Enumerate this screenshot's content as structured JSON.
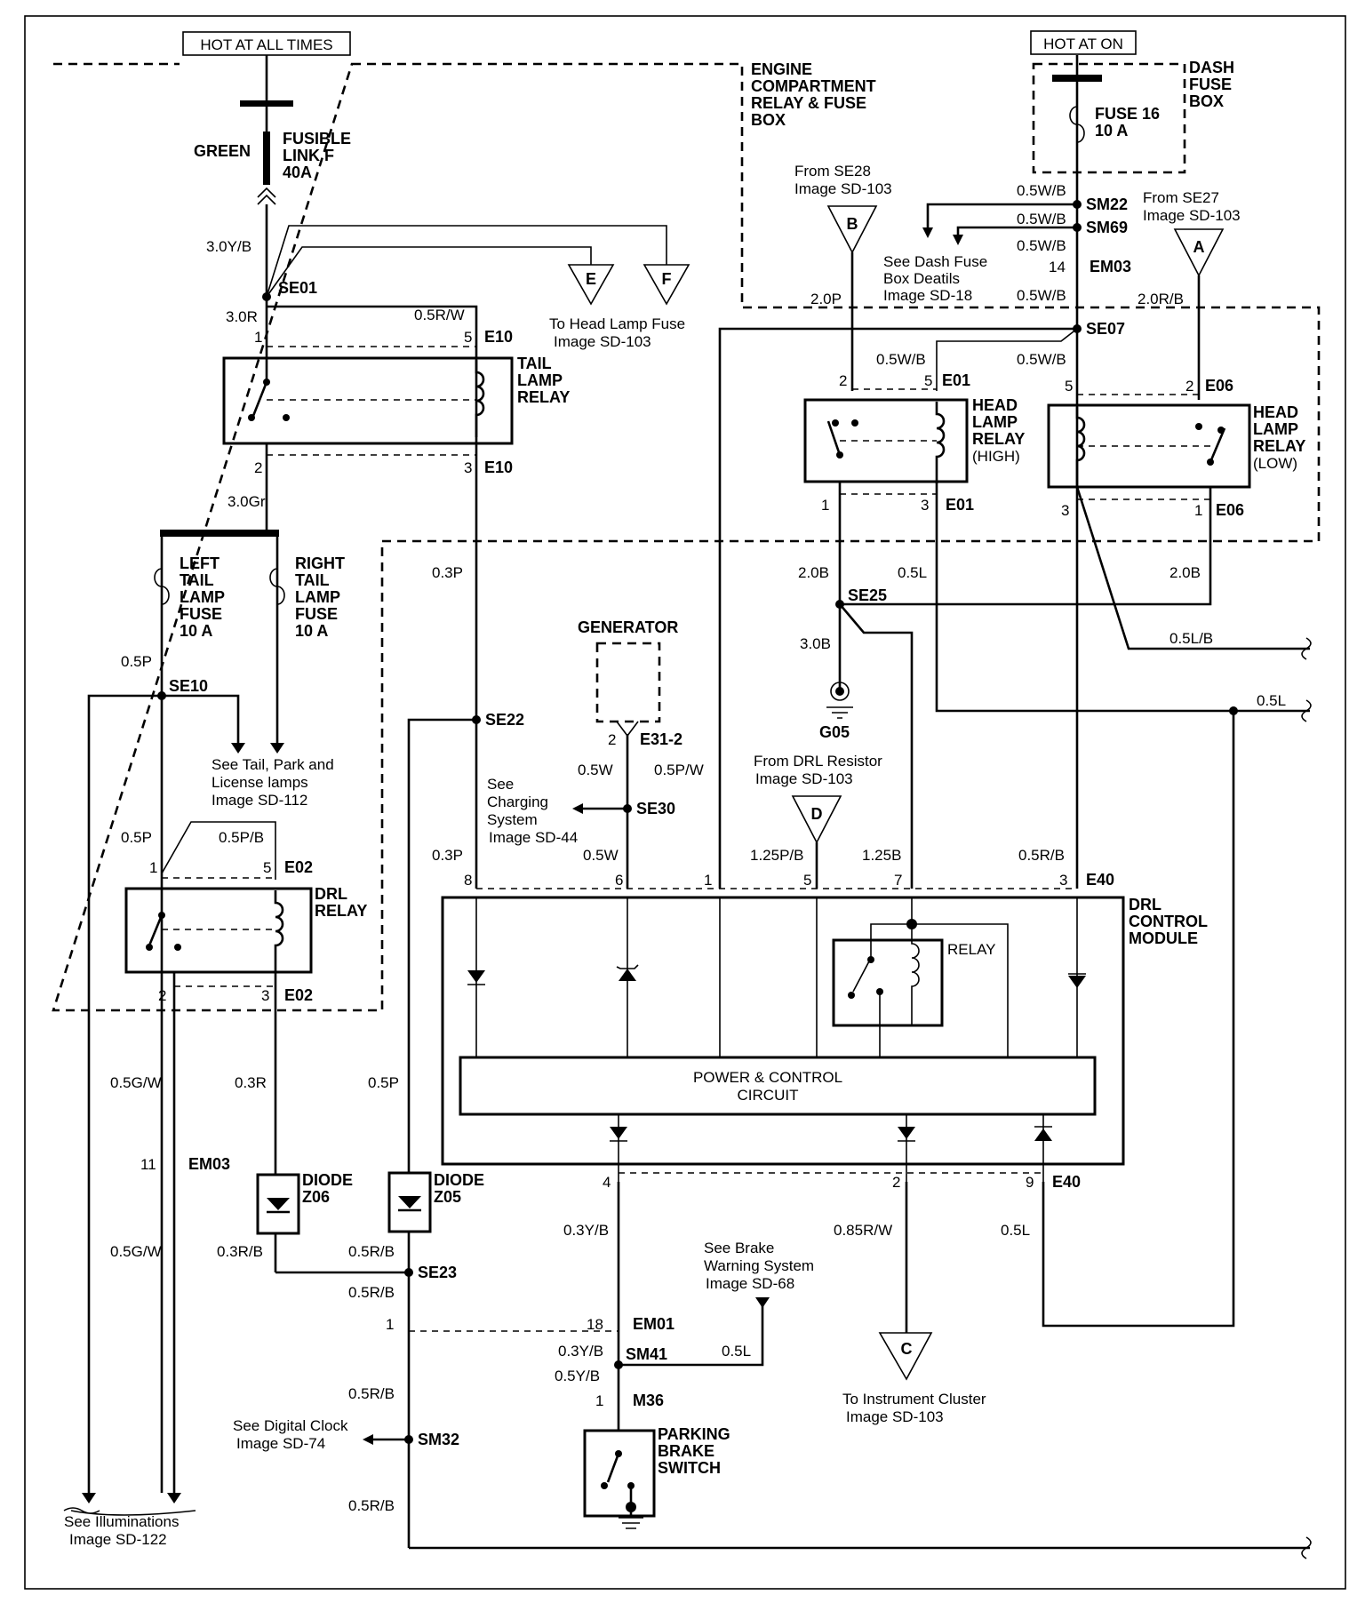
{
  "power": {
    "hot_all_times": "HOT AT ALL TIMES",
    "hot_at_on": "HOT AT ON"
  },
  "boxes": {
    "engine_compartment": [
      "ENGINE",
      "COMPARTMENT",
      "RELAY & FUSE",
      "BOX"
    ],
    "dash_fuse": [
      "DASH",
      "FUSE",
      "BOX"
    ],
    "drl_module": [
      "DRL",
      "CONTROL",
      "MODULE"
    ],
    "power_control": [
      "POWER & CONTROL",
      "CIRCUIT"
    ]
  },
  "components": {
    "fusible_link": [
      "FUSIBLE",
      "LINK F",
      "40A"
    ],
    "green": "GREEN",
    "fuse16": [
      "FUSE 16",
      "10 A"
    ],
    "tail_relay": [
      "TAIL",
      "LAMP",
      "RELAY"
    ],
    "left_fuse": [
      "LEFT",
      "TAIL",
      "LAMP",
      "FUSE",
      "10 A"
    ],
    "right_fuse": [
      "RIGHT",
      "TAIL",
      "LAMP",
      "FUSE",
      "10 A"
    ],
    "drl_relay": [
      "DRL",
      "RELAY"
    ],
    "head_high": [
      "HEAD",
      "LAMP",
      "RELAY",
      "(HIGH)"
    ],
    "head_low": [
      "HEAD",
      "LAMP",
      "RELAY",
      "(LOW)"
    ],
    "generator": "GENERATOR",
    "relay": "RELAY",
    "diode_z06": [
      "DIODE",
      "Z06"
    ],
    "diode_z05": [
      "DIODE",
      "Z05"
    ],
    "parking_brake": [
      "PARKING",
      "BRAKE",
      "SWITCH"
    ],
    "ground": "G05"
  },
  "connectors": {
    "A": "A",
    "B": "B",
    "C": "C",
    "D": "D",
    "E": "E",
    "F": "F"
  },
  "references": {
    "head_lamp_fuse": [
      "To Head Lamp Fuse",
      "Image SD-103"
    ],
    "from_se28": [
      "From SE28",
      "Image SD-103"
    ],
    "from_se27": [
      "From SE27",
      "Image SD-103"
    ],
    "dash_fuse_details": [
      "See Dash Fuse",
      "Box Deatils",
      "Image SD-18"
    ],
    "tail_park": [
      "See Tail, Park and",
      "License lamps",
      "Image SD-112"
    ],
    "charging": [
      "See",
      "Charging",
      "System",
      "Image SD-44"
    ],
    "drl_resistor": [
      "From DRL Resistor",
      "Image SD-103"
    ],
    "brake_warning": [
      "See Brake",
      "Warning System",
      "Image SD-68"
    ],
    "instrument": [
      "To Instrument Cluster",
      "Image SD-103"
    ],
    "digital_clock": [
      "See Digital Clock",
      "Image SD-74"
    ],
    "illuminations": [
      "See Illuminations",
      "Image SD-122"
    ]
  },
  "splices": {
    "SE01": "SE01",
    "SE10": "SE10",
    "SE22": "SE22",
    "SE23": "SE23",
    "SE25": "SE25",
    "SE30": "SE30",
    "SE07": "SE07",
    "SM22": "SM22",
    "SM69": "SM69",
    "SM41": "SM41",
    "SM32": "SM32"
  },
  "terminals": {
    "E10a": "E10",
    "E10b": "E10",
    "E01a": "E01",
    "E01b": "E01",
    "E06a": "E06",
    "E06b": "E06",
    "E02a": "E02",
    "E02b": "E02",
    "EM03a": "EM03",
    "EM03b": "EM03",
    "E31": "E31-2",
    "E40a": "E40",
    "E40b": "E40",
    "EM01": "EM01",
    "M36": "M36"
  },
  "pins": {
    "p1": "1",
    "p5": "5",
    "p2": "2",
    "p3": "3",
    "p14": "14",
    "p11": "11",
    "p8": "8",
    "p6": "6",
    "p7": "7",
    "p4": "4",
    "p9": "9",
    "p18": "18"
  },
  "wires": {
    "w30YB": "3.0Y/B",
    "w30R": "3.0R",
    "w05RW": "0.5R/W",
    "w30Gr": "3.0Gr",
    "w03P_a": "0.3P",
    "w05P_a": "0.5P",
    "w05P_b": "0.5P",
    "w05PB": "0.5P/B",
    "w05GW_a": "0.5G/W",
    "w05GW_b": "0.5G/W",
    "w03R": "0.3R",
    "w03RB": "0.3R/B",
    "w05P_c": "0.5P",
    "w05RB_a": "0.5R/B",
    "w05RB_b": "0.5R/B",
    "w05RB_c": "0.5R/B",
    "w05RB_d": "0.5R/B",
    "w03P_b": "0.3P",
    "w05W_a": "0.5W",
    "w05W_b": "0.5W",
    "w05PW": "0.5P/W",
    "w03YB": "0.3Y/B",
    "w03YB2": "0.3Y/B",
    "w05YB": "0.5Y/B",
    "w05L_a": "0.5L",
    "w085RW": "0.85R/W",
    "w05L_b": "0.5L",
    "w05WB_1": "0.5W/B",
    "w05WB_2": "0.5W/B",
    "w05WB_3": "0.5W/B",
    "w05WB_4": "0.5W/B",
    "w05WB_5": "0.5W/B",
    "w05WB_6": "0.5W/B",
    "w20P": "2.0P",
    "w20RB": "2.0R/B",
    "w20B_a": "2.0B",
    "w20B_b": "2.0B",
    "w30B": "3.0B",
    "w05L_c": "0.5L",
    "w05LB": "0.5L/B",
    "w05L_d": "0.5L",
    "w125PB": "1.25P/B",
    "w125B": "1.25B",
    "w05RB_e": "0.5R/B"
  }
}
